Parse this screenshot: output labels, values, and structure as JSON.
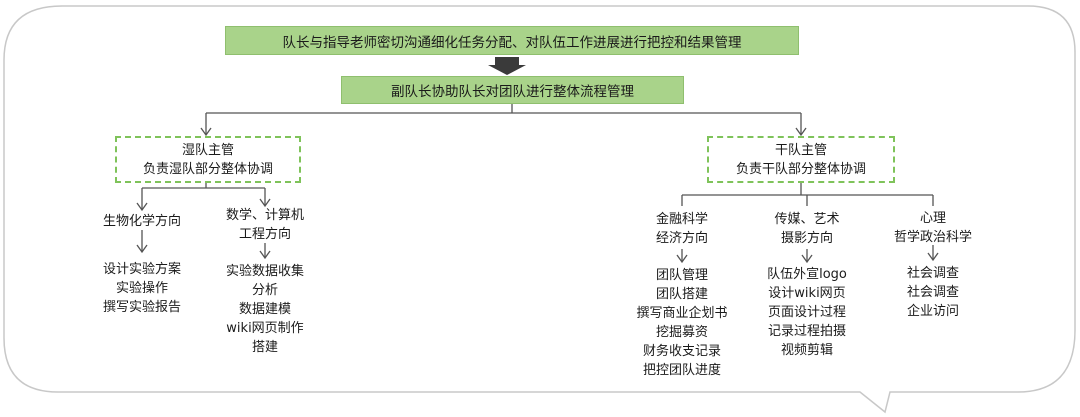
{
  "top_box": "队长与指导老师密切沟通细化任务分配、对队伍工作进展进行把控和结果管理",
  "second_box": "副队长协助队长对团队进行整体流程管理",
  "wet": {
    "title": "湿队主管",
    "subtitle": "负责湿队部分整体协调",
    "branches": [
      {
        "name": "生物化学方向",
        "tasks": [
          "设计实验方案",
          "实验操作",
          "撰写实验报告"
        ]
      },
      {
        "name_lines": [
          "数学、计算机",
          "工程方向"
        ],
        "tasks": [
          "实验数据收集",
          "分析",
          "数据建模",
          "wiki网页制作",
          "搭建"
        ]
      }
    ]
  },
  "dry": {
    "title": "干队主管",
    "subtitle": "负责干队部分整体协调",
    "branches": [
      {
        "name_lines": [
          "金融科学",
          "经济方向"
        ],
        "tasks": [
          "团队管理",
          "团队搭建",
          "撰写商业企划书",
          "挖掘募资",
          "财务收支记录",
          "把控团队进度"
        ]
      },
      {
        "name_lines": [
          "传媒、艺术",
          "摄影方向"
        ],
        "tasks": [
          "队伍外宣logo",
          "设计wiki网页",
          "页面设计过程",
          "记录过程拍摄",
          "视频剪辑"
        ]
      },
      {
        "name_lines": [
          "心理",
          "哲学政治科学"
        ],
        "tasks": [
          "社会调查",
          "社会调查",
          "企业访问"
        ]
      }
    ]
  }
}
